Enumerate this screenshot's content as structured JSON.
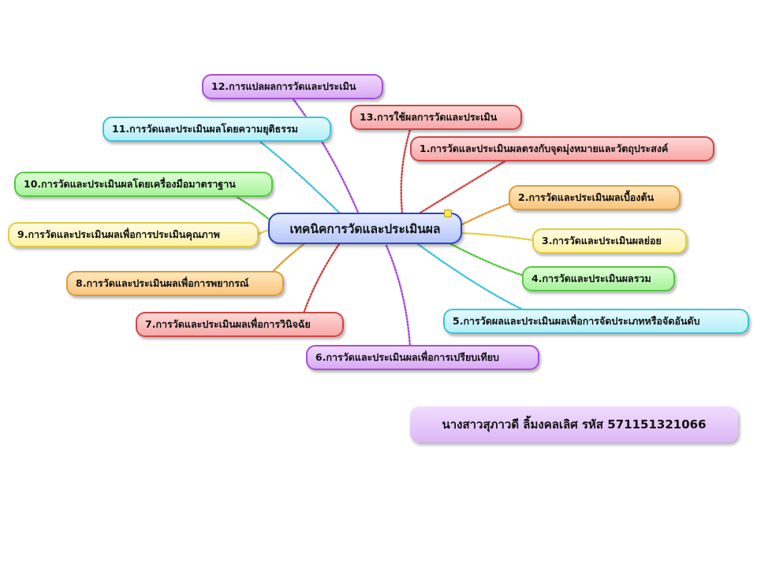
{
  "center": {
    "label": "เทคนิคการวัดและประเมินผล"
  },
  "branches": [
    {
      "id": "b1",
      "label": "1.การวัดและประเมินผลตรงกับจุดมุ่งหมายและวัตถุประสงค์",
      "color": "red"
    },
    {
      "id": "b2",
      "label": "2.การวัดและประเมินผลเบื้องต้น",
      "color": "orange"
    },
    {
      "id": "b3",
      "label": "3.การวัดและประเมินผลย่อย",
      "color": "yellow"
    },
    {
      "id": "b4",
      "label": "4.การวัดและประเมินผลรวม",
      "color": "green"
    },
    {
      "id": "b5",
      "label": "5.การวัดผลและประเมินผลเพื่อการจัดประเภทหรือจัดอันดับ",
      "color": "cyan"
    },
    {
      "id": "b6",
      "label": "6.การวัดและประเมินผลเพื่อการเปรียบเทียบ",
      "color": "purple"
    },
    {
      "id": "b7",
      "label": "7.การวัดและประเมินผลเพื่อการวินิจฉัย",
      "color": "red"
    },
    {
      "id": "b8",
      "label": "8.การวัดและประเมินผลเพื่อการพยากรณ์",
      "color": "orange"
    },
    {
      "id": "b9",
      "label": "9.การวัดและประเมินผลเพื่อการประเมินคุณภาพ",
      "color": "yellow"
    },
    {
      "id": "b10",
      "label": "10.การวัดและประเมินผลโดยเครื่องมือมาตราฐาน",
      "color": "green"
    },
    {
      "id": "b11",
      "label": "11.การวัดและประเมินผลโดยความยุติธรรม",
      "color": "cyan"
    },
    {
      "id": "b12",
      "label": "12.การแปลผลการวัดและประเมิน",
      "color": "purple"
    },
    {
      "id": "b13",
      "label": "13.การใช้ผลการวัดและประเมิน",
      "color": "red"
    }
  ],
  "author": {
    "label": "นางสาวสุภาวดี  ลิ้มงคลเลิศ รหัส 571151321066"
  },
  "colors": {
    "red": "#d14545",
    "orange": "#e39a33",
    "yellow": "#e3cc3c",
    "green": "#55c940",
    "cyan": "#3ec2dc",
    "purple": "#a64fd6",
    "center_border": "#2a42c8"
  }
}
